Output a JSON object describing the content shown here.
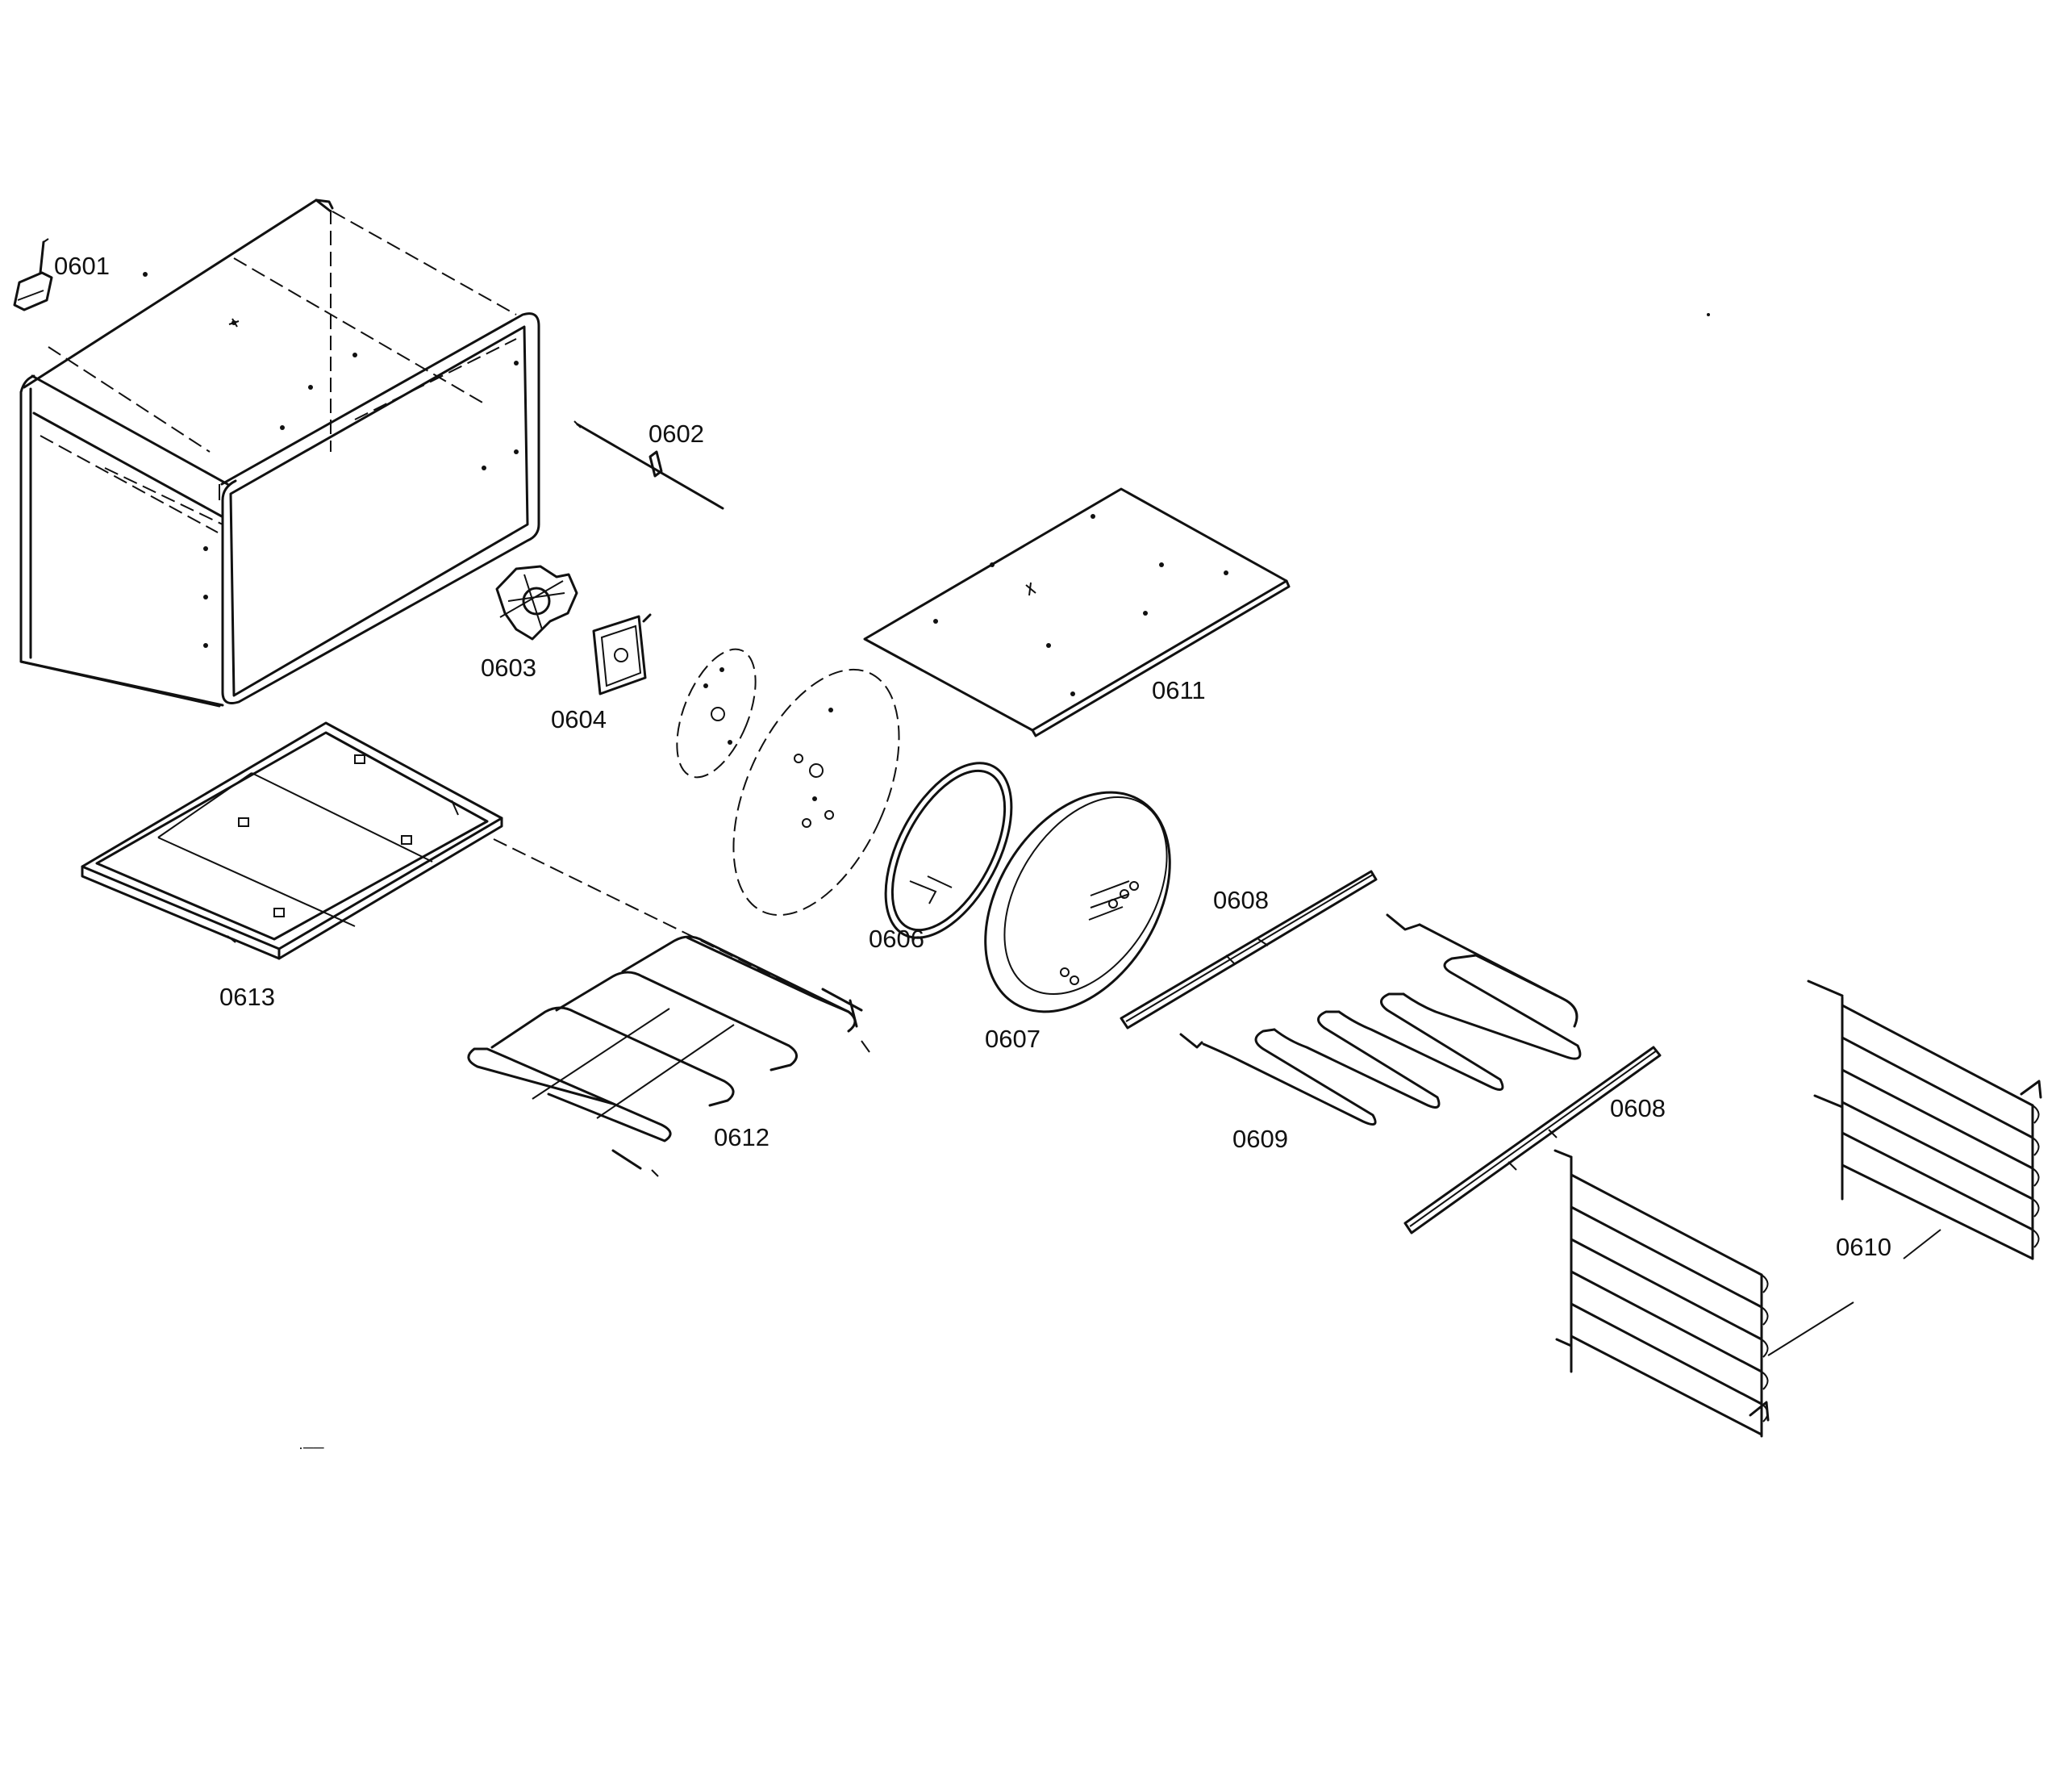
{
  "diagram": {
    "parts": [
      {
        "id": "0601",
        "label": "0601"
      },
      {
        "id": "0602",
        "label": "0602"
      },
      {
        "id": "0603",
        "label": "0603"
      },
      {
        "id": "0604",
        "label": "0604"
      },
      {
        "id": "0606",
        "label": "0606"
      },
      {
        "id": "0607",
        "label": "0607"
      },
      {
        "id": "0608a",
        "label": "0608"
      },
      {
        "id": "0608b",
        "label": "0608"
      },
      {
        "id": "0609",
        "label": "0609"
      },
      {
        "id": "0610",
        "label": "0610"
      },
      {
        "id": "0611",
        "label": "0611"
      },
      {
        "id": "0612",
        "label": "0612"
      },
      {
        "id": "0613",
        "label": "0613"
      }
    ],
    "footer_mark": "·──"
  }
}
